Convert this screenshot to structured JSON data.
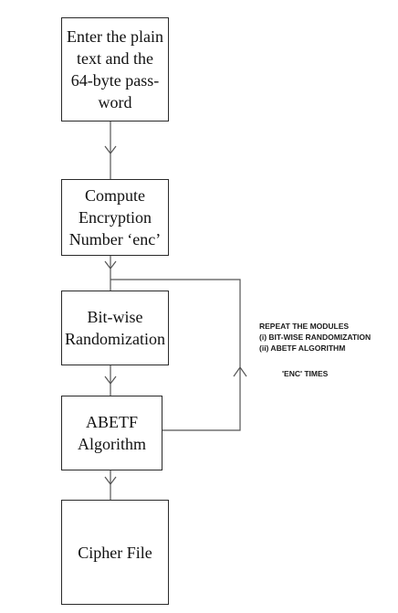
{
  "diagram": {
    "nodes": [
      {
        "id": "input",
        "label": "Enter the plain\ntext and the\n64-byte pass-\nword"
      },
      {
        "id": "compute",
        "label": "Compute\nEncryption\nNumber ‘enc’"
      },
      {
        "id": "bitwise",
        "label": "Bit-wise\nRandomization"
      },
      {
        "id": "abetf",
        "label": "ABETF\nAlgorithm"
      },
      {
        "id": "cipher",
        "label": "Cipher File"
      }
    ],
    "note": {
      "line1": "REPEAT THE MODULES",
      "line2": "(i) BIT-WISE RANDOMIZATION",
      "line3": "(ii) ABETF ALGORITHM",
      "line4": "'ENC' TIMES"
    }
  }
}
